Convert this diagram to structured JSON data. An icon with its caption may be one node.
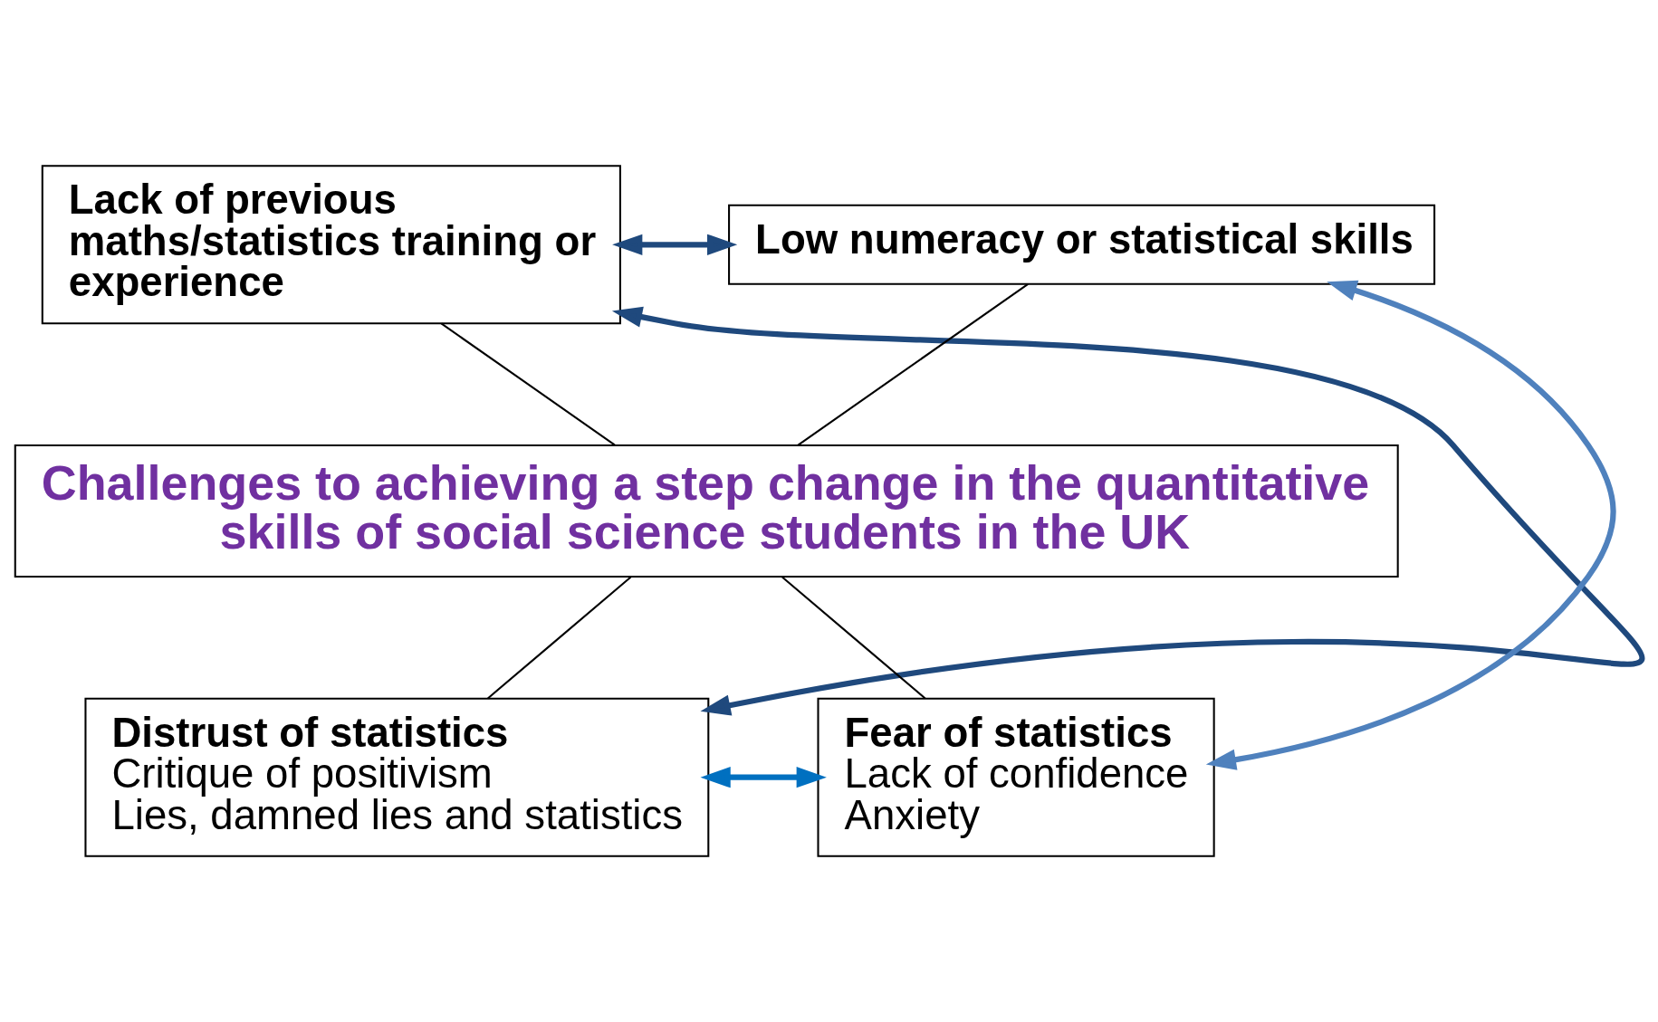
{
  "diagram": {
    "nodes": [
      {
        "text": [
          "Lack of previous maths/statistics training or experience"
        ]
      },
      {
        "text": [
          "Low numeracy or statistical skills"
        ]
      },
      {
        "text": [
          "Challenges to achieving a step change in the quantitative skills of social science students in the UK"
        ]
      },
      {
        "text": [
          "Distrust of statistics",
          "Critique of positivism",
          "Lies, damned lies and statistics"
        ]
      },
      {
        "text": [
          "Fear of statistics",
          "Lack of confidence",
          "Anxiety"
        ]
      }
    ],
    "edges": [
      {
        "from": 0,
        "to": 1,
        "arrow": "both",
        "style": "thick",
        "color": "#1f497d"
      },
      {
        "from": 0,
        "to": 3,
        "arrow": "both",
        "style": "thick",
        "color": "#1f497d"
      },
      {
        "from": 1,
        "to": 4,
        "arrow": "both",
        "style": "thick",
        "color": "#4f81bd"
      },
      {
        "from": 3,
        "to": 4,
        "arrow": "both",
        "style": "thick",
        "color": "#0070c0"
      },
      {
        "from": 0,
        "to": 2,
        "arrow": "none"
      },
      {
        "from": 1,
        "to": 2,
        "arrow": "none"
      },
      {
        "from": 2,
        "to": 3,
        "arrow": "none"
      },
      {
        "from": 2,
        "to": 4,
        "arrow": "none"
      }
    ]
  }
}
